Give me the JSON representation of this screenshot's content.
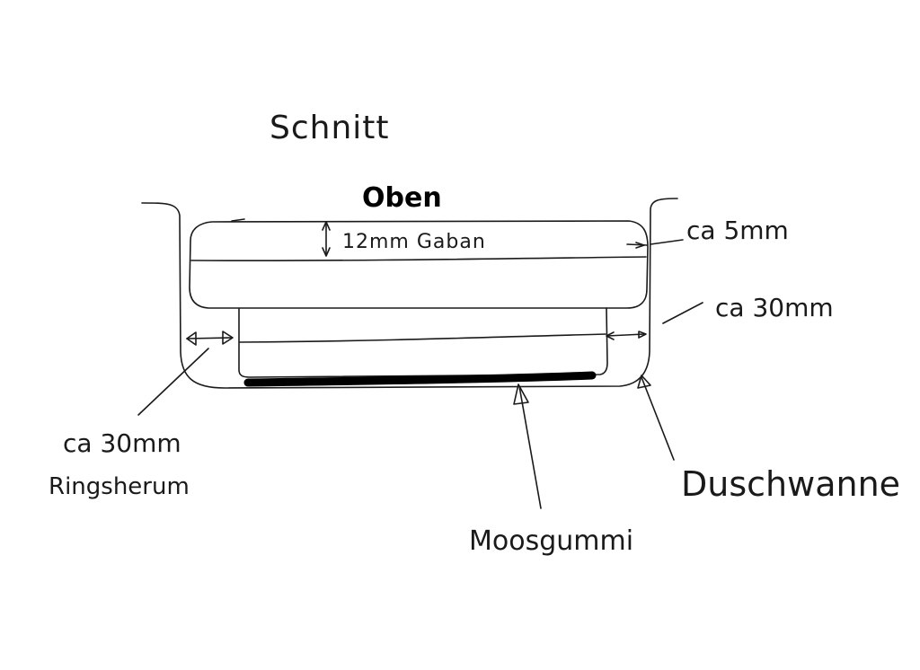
{
  "labels": {
    "title": "Schnitt",
    "top": "Oben",
    "foam_thickness": "12mm Gaban",
    "gap_top": "ca 5mm",
    "gap_side_right": "ca 30mm",
    "gap_side_left": "ca 30mm",
    "gap_side_left_note": "Ringsherum",
    "tub": "Duschwanne",
    "rubber": "Moosgummi"
  }
}
